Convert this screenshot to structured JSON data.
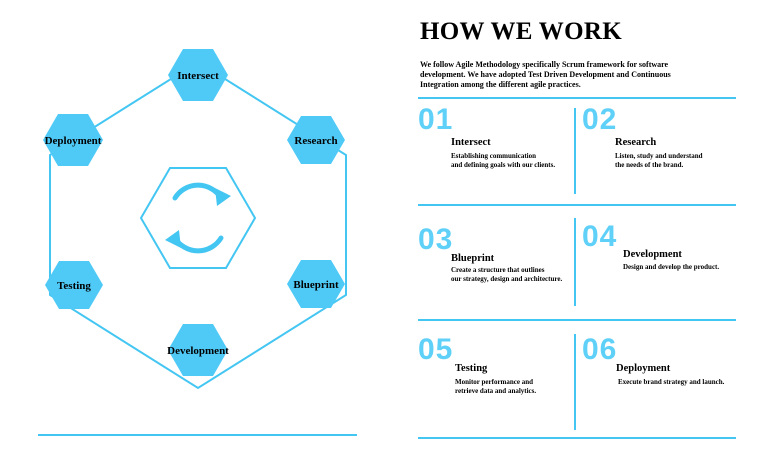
{
  "header": {
    "title": "HOW WE WORK",
    "intro_line1": "We follow Agile Methodology specifically Scrum framework for software",
    "intro_line2": "development. We have adopted Test Driven Development and Continuous",
    "intro_line3": "Integration among the different agile practices."
  },
  "cycle": {
    "nodes": [
      "Intersect",
      "Research",
      "Blueprint",
      "Development",
      "Testing",
      "Deployment"
    ],
    "center_icon": "refresh-cycle-icon"
  },
  "steps": [
    {
      "num": "01",
      "title": "Intersect",
      "desc1": "Establishing communication",
      "desc2": "and defining goals with our clients."
    },
    {
      "num": "02",
      "title": "Research",
      "desc1": "Listen, study and understand",
      "desc2": "the needs of the brand."
    },
    {
      "num": "03",
      "title": "Blueprint",
      "desc1": "Create a structure that outlines",
      "desc2": "our strategy, design and architecture."
    },
    {
      "num": "04",
      "title": "Development",
      "desc1": "Design and develop the product.",
      "desc2": ""
    },
    {
      "num": "05",
      "title": "Testing",
      "desc1": "Monitor performance and",
      "desc2": "retrieve data and analytics."
    },
    {
      "num": "06",
      "title": "Deployment",
      "desc1": "Execute brand strategy and launch.",
      "desc2": ""
    }
  ],
  "colors": {
    "accent": "#44c6f2",
    "hex_fill": "#4fcaf7",
    "number": "#5fd0f8"
  }
}
